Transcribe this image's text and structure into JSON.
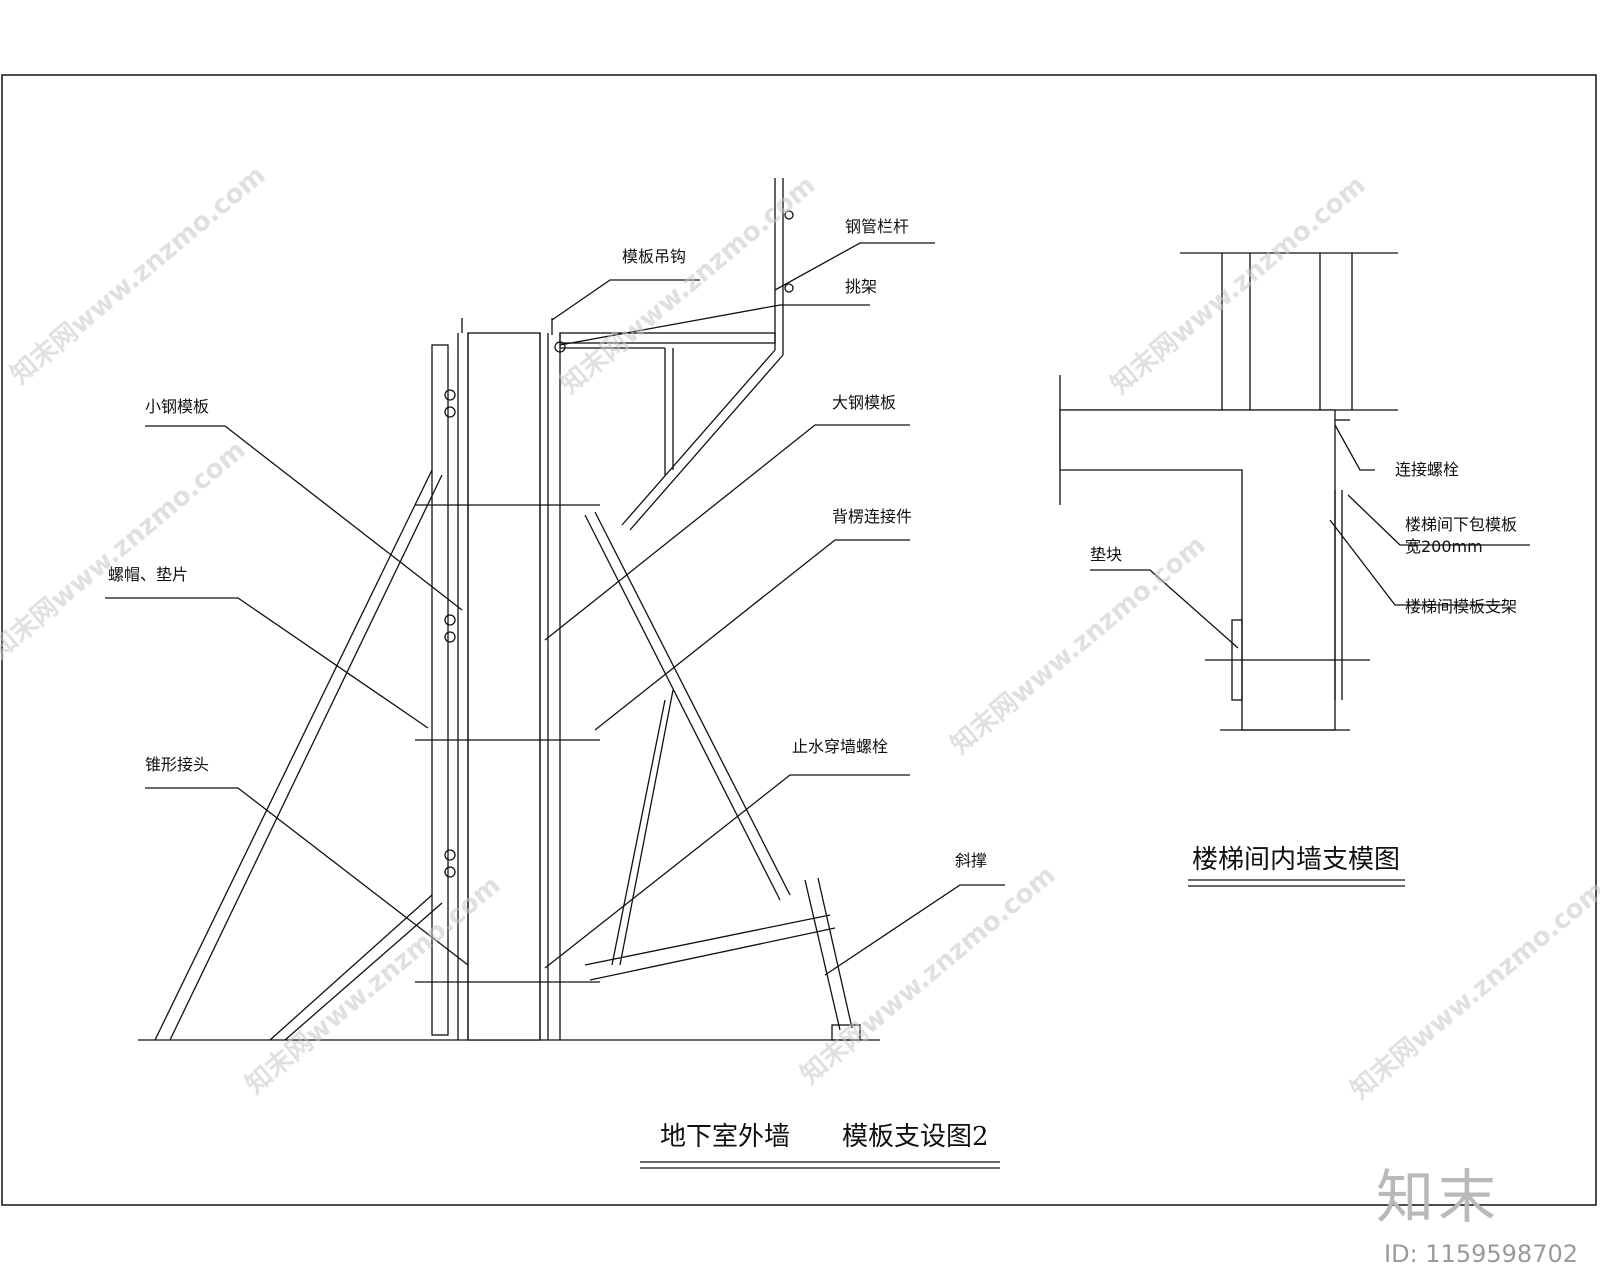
{
  "main_title": "地下室外墙　　模板支设图2",
  "sub_title": "楼梯间内墙支模图",
  "labels": {
    "pipe_rail": "钢管栏杆",
    "hook": "模板吊钩",
    "platform": "挑架",
    "small_form": "小钢模板",
    "big_form": "大钢模板",
    "back_connector": "背楞连接件",
    "nut_washer": "螺帽、垫片",
    "cone_joint": "锥形接头",
    "waterstop_bolt": "止水穿墙螺栓",
    "brace": "斜撑",
    "conn_bolt": "连接螺栓",
    "stair_lower_form_1": "楼梯间下包模板",
    "stair_lower_form_2": "宽200mm",
    "stair_support": "楼梯间模板支架",
    "pad": "垫块"
  },
  "watermark_text": "知末网www.znzmo.com",
  "brand": "知末",
  "image_id": "ID: 1159598702",
  "colors": {
    "line": "#111111",
    "watermark": "#c8c8c8"
  }
}
